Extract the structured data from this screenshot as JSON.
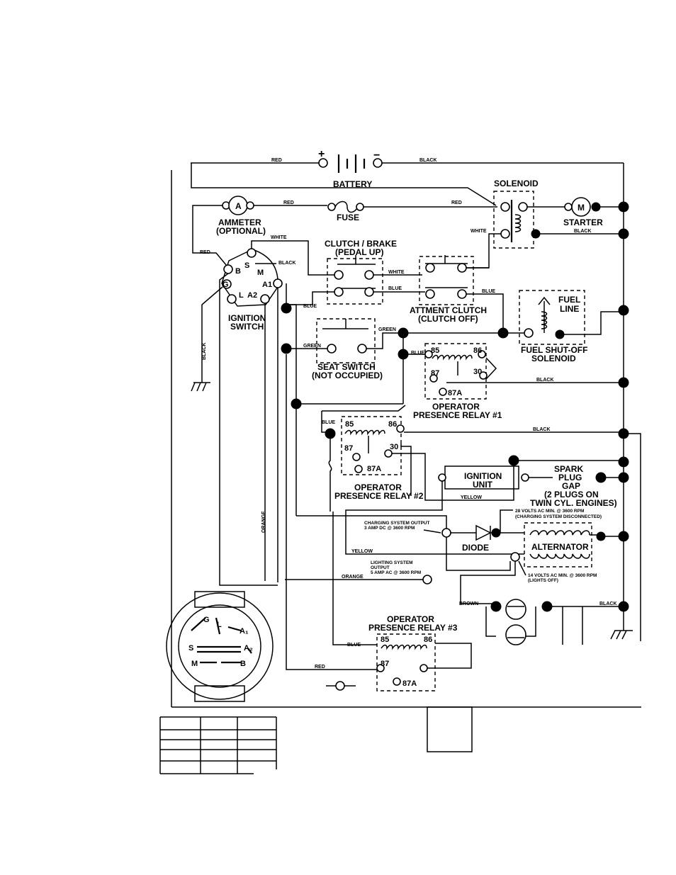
{
  "components": {
    "battery": "BATTERY",
    "solenoid": "SOLENOID",
    "ammeter": "AMMETER",
    "ammeter_note": "(OPTIONAL)",
    "fuse": "FUSE",
    "starter": "STARTER",
    "clutch_brake": "CLUTCH / BRAKE",
    "clutch_brake_note": "(PEDAL UP)",
    "attment_clutch": "ATTMENT CLUTCH",
    "attment_clutch_note": "(CLUTCH OFF)",
    "fuel_line_1": "FUEL",
    "fuel_line_2": "LINE",
    "fuel_solenoid_1": "FUEL SHUT-OFF",
    "fuel_solenoid_2": "SOLENOID",
    "seat_switch": "SEAT SWITCH",
    "seat_switch_note": "(NOT OCCUPIED)",
    "ignition_switch_1": "IGNITION",
    "ignition_switch_2": "SWITCH",
    "relay1_1": "OPERATOR",
    "relay1_2": "PRESENCE RELAY #1",
    "relay2_1": "OPERATOR",
    "relay2_2": "PRESENCE RELAY #2",
    "relay3_1": "OPERATOR",
    "relay3_2": "PRESENCE RELAY #3",
    "ignition_unit_1": "IGNITION",
    "ignition_unit_2": "UNIT",
    "spark_1": "SPARK",
    "spark_2": "PLUG",
    "spark_3": "GAP",
    "spark_4": "(2 PLUGS ON",
    "spark_5": "TWIN CYL. ENGINES)",
    "diode": "DIODE",
    "alternator": "ALTERNATOR"
  },
  "terminals": {
    "plus": "+",
    "minus": "−",
    "ammeter_symbol": "A",
    "starter_symbol": "M",
    "ign_B": "B",
    "ign_S": "S",
    "ign_M": "M",
    "ign_G": "G",
    "ign_L": "L",
    "ign_A2": "A2",
    "ign_A1": "A1",
    "p85": "85",
    "p86": "86",
    "p87": "87",
    "p30": "30",
    "p87A": "87A"
  },
  "wire_colors": {
    "red": "RED",
    "black": "BLACK",
    "white": "WHITE",
    "blue": "BLUE",
    "green": "GREEN",
    "yellow": "YELLOW",
    "orange": "ORANGE",
    "brown": "BROWN"
  },
  "notes": {
    "charging_1": "CHARGING SYSTEM OUTPUT",
    "charging_2": "3 AMP DC @ 3600 RPM",
    "volts28_1": "28 VOLTS AC MIN. @ 3600 RPM",
    "volts28_2": "(CHARGING SYSTEM DISCONNECTED)",
    "lighting_1": "LIGHTING SYSTEM",
    "lighting_2": "OUTPUT",
    "lighting_3": "5 AMP AC @ 3600 RPM",
    "volts14_1": "14 VOLTS AC MIN. @ 3600 RPM",
    "volts14_2": "(LIGHTS OFF)"
  },
  "switch_face": {
    "G": "G",
    "L": "L",
    "A1": "A₁",
    "A2": "A₂",
    "S": "S",
    "M": "M",
    "B": "B"
  }
}
